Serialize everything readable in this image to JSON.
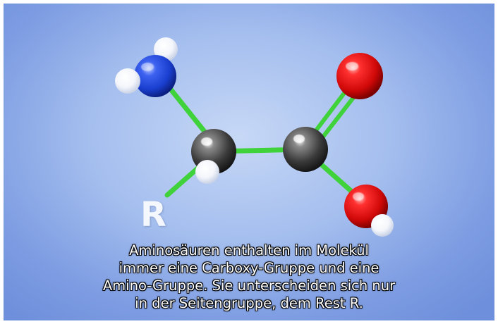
{
  "diagram": {
    "residue_label": "R",
    "caption_lines": [
      "Aminosäuren enthalten im Molekül",
      "immer eine Carboxy-Gruppe und eine",
      "Amino-Gruppe. Sie unterscheiden sich nur",
      "in der Seitengruppe, dem Rest R."
    ],
    "atom_colors": {
      "nitrogen": "#1a3fd0",
      "carbon": "#3a3a3a",
      "oxygen": "#e01010",
      "hydrogen": "#ffffff"
    },
    "bond_color": "#3fd23a"
  }
}
